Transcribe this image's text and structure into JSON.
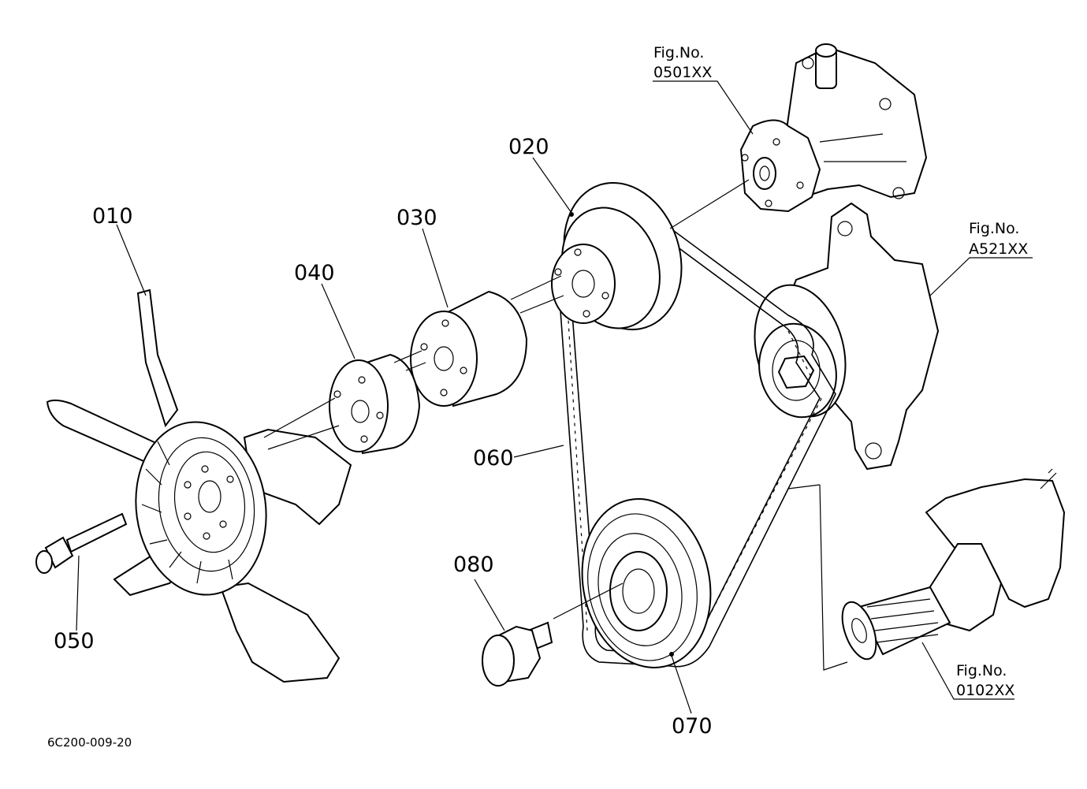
{
  "parts": [
    {
      "id": "fan",
      "number": "010"
    },
    {
      "id": "pulley",
      "number": "020"
    },
    {
      "id": "spacer-large",
      "number": "030"
    },
    {
      "id": "spacer-small",
      "number": "040"
    },
    {
      "id": "fan-bolt",
      "number": "050"
    },
    {
      "id": "belt",
      "number": "060"
    },
    {
      "id": "crank-pulley",
      "number": "070"
    },
    {
      "id": "crank-bolt",
      "number": "080"
    }
  ],
  "references": [
    {
      "id": "water-pump",
      "line1": "Fig.No.",
      "line2": "0501XX"
    },
    {
      "id": "alternator",
      "line1": "Fig.No.",
      "line2": "A521XX"
    },
    {
      "id": "crankshaft",
      "line1": "Fig.No.",
      "line2": "0102XX"
    }
  ],
  "drawing_code": "6C200-009-20"
}
